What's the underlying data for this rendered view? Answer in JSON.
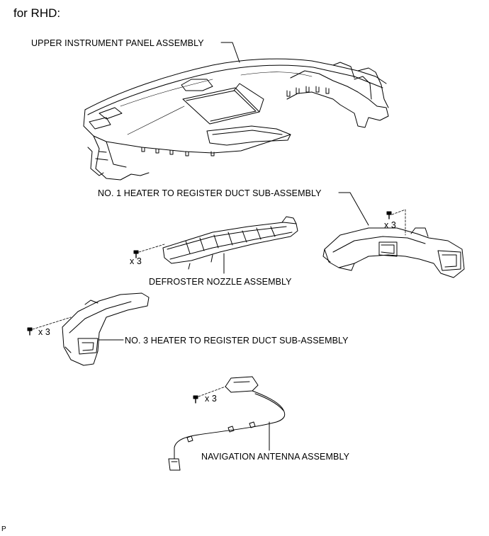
{
  "header": "for RHD:",
  "figure_id": "P",
  "labels": {
    "upper_panel": "UPPER INSTRUMENT PANEL ASSEMBLY",
    "no1_duct": "NO. 1 HEATER TO REGISTER DUCT SUB-ASSEMBLY",
    "defroster": "DEFROSTER NOZZLE ASSEMBLY",
    "no3_duct": "NO. 3 HEATER TO REGISTER DUCT SUB-ASSEMBLY",
    "nav_antenna": "NAVIGATION ANTENNA ASSEMBLY"
  },
  "quantities": {
    "no1_duct_screws": "x 3",
    "defroster_screws": "x 3",
    "no3_duct_screws": "x 3",
    "nav_antenna_screws": "x 3"
  },
  "parts": [
    "upper-instrument-panel",
    "no1-heater-duct",
    "defroster-nozzle",
    "no3-heater-duct",
    "navigation-antenna"
  ],
  "fastener_icon": "screw-icon"
}
